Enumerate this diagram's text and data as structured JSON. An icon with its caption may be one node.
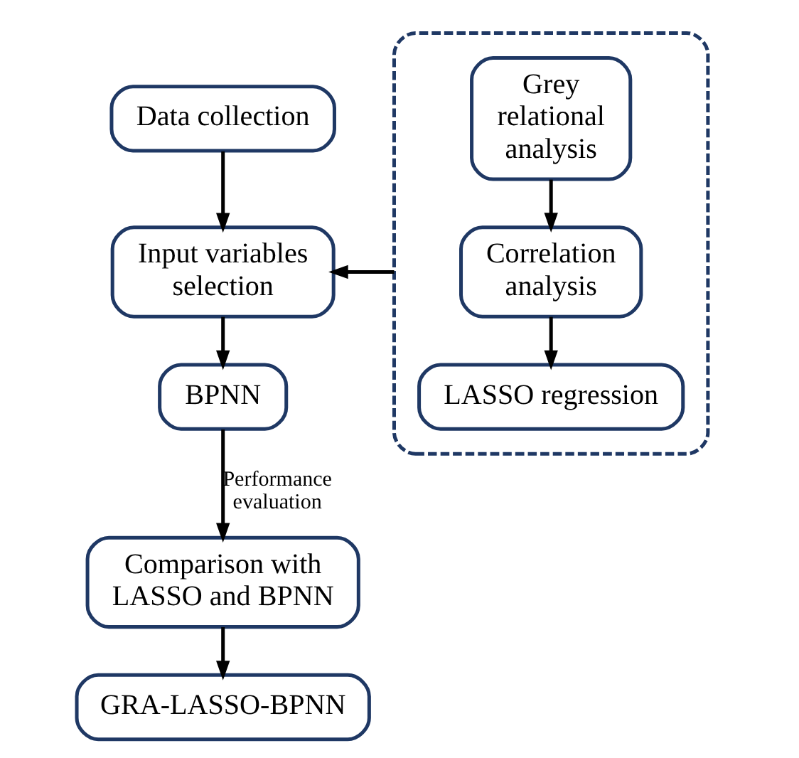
{
  "diagram": {
    "nodes": [
      {
        "text": [
          "Data collection"
        ]
      },
      {
        "text": [
          "Input variables selection"
        ]
      },
      {
        "text": [
          "BPNN"
        ]
      },
      {
        "text": [
          "Comparison with LASSO and BPNN"
        ]
      },
      {
        "text": [
          "GRA-LASSO-BPNN"
        ]
      },
      {
        "text": [],
        "shape": "box"
      },
      {
        "text": [
          "Grey relational analysis"
        ],
        "in": 5
      },
      {
        "text": [
          "Correlation analysis"
        ],
        "in": 5
      },
      {
        "text": [
          "LASSO regression"
        ],
        "in": 5
      }
    ],
    "edges": [
      {
        "from": 0,
        "to": 1,
        "arrow": "to"
      },
      {
        "from": 1,
        "to": 2,
        "arrow": "to"
      },
      {
        "from": 2,
        "to": 3,
        "arrow": "to",
        "label": "Performance evaluation"
      },
      {
        "from": 3,
        "to": 4,
        "arrow": "to"
      },
      {
        "from": 6,
        "to": 7,
        "arrow": "to"
      },
      {
        "from": 7,
        "to": 8,
        "arrow": "to"
      },
      {
        "from": 5,
        "to": 1,
        "arrow": "to"
      }
    ]
  }
}
